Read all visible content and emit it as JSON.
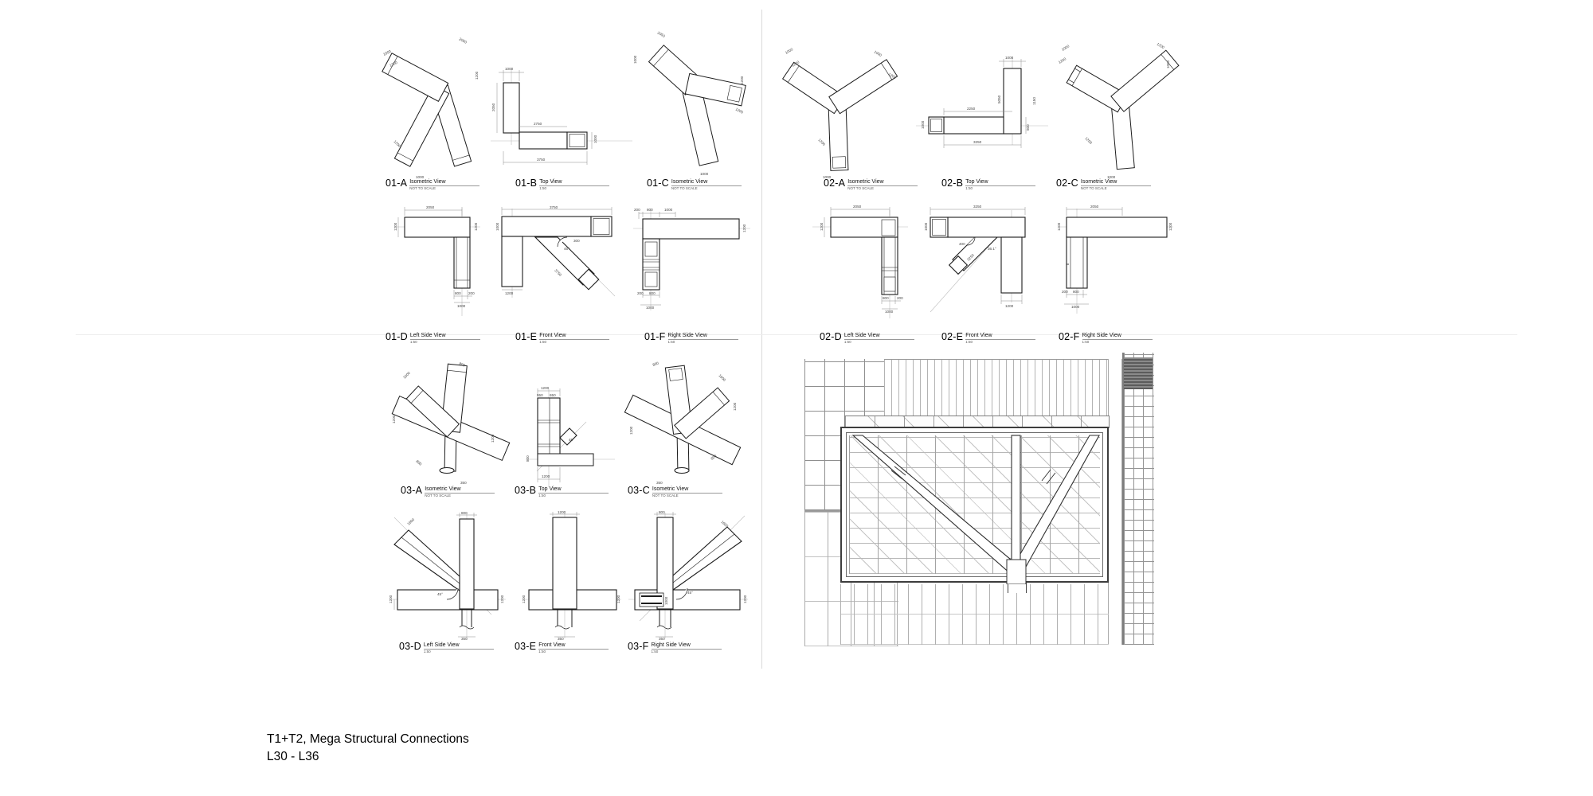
{
  "sheet": {
    "title_line1": "T1+T2, Mega Structural Connections",
    "title_line2": "L30 - L36"
  },
  "colors": {
    "line_dark": "#1c1c1c",
    "line_light": "#9a9a9a",
    "shade": "#6e6e6e"
  },
  "views": {
    "a01A": {
      "code": "01-A",
      "name": "Isometric View",
      "scale": "NOT TO SCALE",
      "dims": [
        "1000",
        "1200",
        "2050",
        "1200",
        "1200",
        "1000"
      ]
    },
    "a01B": {
      "code": "01-B",
      "name": "Top View",
      "scale": "1:50",
      "dims": [
        "1000",
        "2050",
        "2750",
        "3750",
        "1000"
      ]
    },
    "a01C": {
      "code": "01-C",
      "name": "Isometric View",
      "scale": "NOT TO SCALE",
      "dims": [
        "2050",
        "1000",
        "1200",
        "1200",
        "1000"
      ]
    },
    "a01D": {
      "code": "01-D",
      "name": "Left Side View",
      "scale": "1:50",
      "dims": [
        "2050",
        "1200",
        "800",
        "200",
        "1000",
        "1200"
      ]
    },
    "a01E": {
      "code": "01-E",
      "name": "Front View",
      "scale": "1:50",
      "dims": [
        "3750",
        "1000",
        "45°",
        "300",
        "3750",
        "1200"
      ]
    },
    "a01F": {
      "code": "01-F",
      "name": "Right Side View",
      "scale": "1:50",
      "dims": [
        "200",
        "800",
        "1000",
        "1200",
        "200",
        "800",
        "1000"
      ]
    },
    "a02A": {
      "code": "02-A",
      "name": "Isometric View",
      "scale": "NOT TO SCALE",
      "dims": [
        "1000",
        "1200",
        "1000",
        "1200",
        "1200",
        "1000"
      ]
    },
    "a02B": {
      "code": "02-B",
      "name": "Top View",
      "scale": "1:50",
      "dims": [
        "1000",
        "2250",
        "5050",
        "1150",
        "3250",
        "500",
        "1000"
      ]
    },
    "a02C": {
      "code": "02-C",
      "name": "Isometric View",
      "scale": "NOT TO SCALE",
      "dims": [
        "1000",
        "1200",
        "1200",
        "1000",
        "1200",
        "1000"
      ]
    },
    "a02D": {
      "code": "02-D",
      "name": "Left Side View",
      "scale": "1:50",
      "dims": [
        "2050",
        "1200",
        "800",
        "200",
        "1000"
      ]
    },
    "a02E": {
      "code": "02-E",
      "name": "Front View",
      "scale": "1:50",
      "dims": [
        "3250",
        "1000",
        "400",
        "36.1°",
        "3250",
        "1200"
      ]
    },
    "a02F": {
      "code": "02-F",
      "name": "Right Side View",
      "scale": "1:50",
      "dims": [
        "2050",
        "1200",
        "1200",
        "200",
        "800",
        "1000"
      ]
    },
    "a03A": {
      "code": "03-A",
      "name": "Isometric View",
      "scale": "NOT TO SCALE",
      "dims": [
        "800",
        "1600",
        "1200",
        "800",
        "1200",
        "350"
      ]
    },
    "a03B": {
      "code": "03-B",
      "name": "Top View",
      "scale": "1:50",
      "dims": [
        "1200",
        "550",
        "650",
        "800",
        "45°",
        "1200"
      ]
    },
    "a03C": {
      "code": "03-C",
      "name": "Isometric View",
      "scale": "NOT TO SCALE",
      "dims": [
        "800",
        "1600",
        "1200",
        "1200",
        "800",
        "350"
      ]
    },
    "a03D": {
      "code": "03-D",
      "name": "Left Side View",
      "scale": "1:50",
      "dims": [
        "800",
        "1600",
        "1200",
        "45°",
        "1200",
        "350"
      ]
    },
    "a03E": {
      "code": "03-E",
      "name": "Front View",
      "scale": "1:50",
      "dims": [
        "1200",
        "1200",
        "1200",
        "350"
      ]
    },
    "a03F": {
      "code": "03-F",
      "name": "Right Side View",
      "scale": "1:50",
      "dims": [
        "800",
        "1600",
        "45°",
        "1000",
        "1200",
        "350"
      ]
    }
  }
}
